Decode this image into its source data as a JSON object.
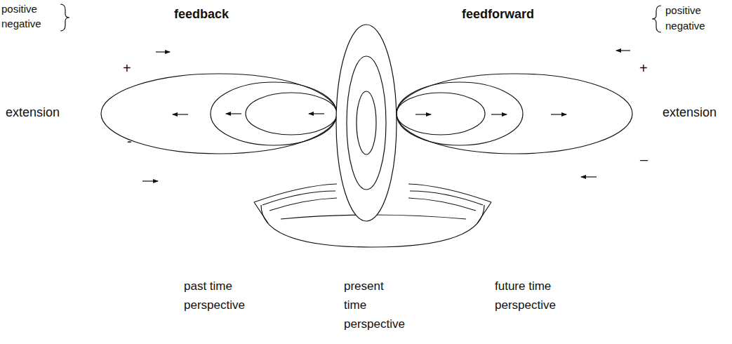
{
  "diagram": {
    "labels": [
      "positive",
      "negative",
      "feedback",
      "feedforward",
      "positive",
      "negative",
      "+",
      "+",
      "extension",
      "extension",
      "-",
      "–",
      "past time perspective",
      "present time perspective",
      "future time perspective"
    ]
  }
}
